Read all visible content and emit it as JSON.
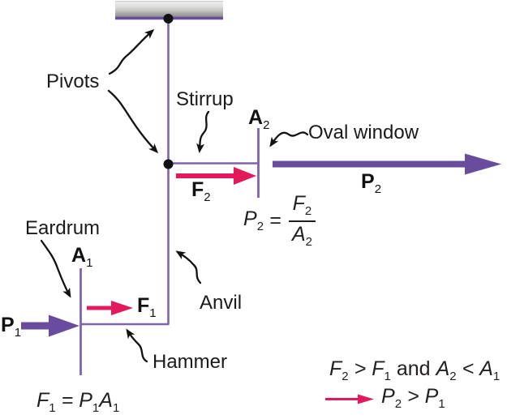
{
  "figure": {
    "description": "Middle ear lever system diagram (eardrum, hammer, anvil, stirrup, oval window) with forces and pressures",
    "colors": {
      "line_purple": "#7F63AC",
      "arrow_purple": "#6A4C9E",
      "arrow_red": "#E4195C",
      "label_black": "#1A1A1A",
      "equation_dark": "#231F20",
      "pivot_dot": "#111111",
      "support_edge_purple": "#6A4C9E"
    },
    "labels": {
      "pivots": "Pivots",
      "stirrup": "Stirrup",
      "oval_window": "Oval window",
      "eardrum": "Eardrum",
      "anvil": "Anvil",
      "hammer": "Hammer"
    },
    "symbols": {
      "a1": {
        "main": "A",
        "sub": "1"
      },
      "a2": {
        "main": "A",
        "sub": "2"
      },
      "f1": {
        "main": "F",
        "sub": "1"
      },
      "f2": {
        "main": "F",
        "sub": "2"
      },
      "p1": {
        "main": "P",
        "sub": "1"
      },
      "p2": {
        "main": "P",
        "sub": "2"
      }
    },
    "equations": {
      "force_eq": {
        "lhs": "F",
        "lhs_sub": "1",
        "equals": "=",
        "rhs1": "P",
        "rhs1_sub": "1",
        "rhs2": "A",
        "rhs2_sub": "1"
      },
      "pressure_eq": {
        "lhs": "P",
        "lhs_sub": "2",
        "equals": "=",
        "num": "F",
        "num_sub": "2",
        "den": "A",
        "den_sub": "2"
      },
      "conclusion_line1": {
        "t1": "F",
        "s1": "2",
        "op1": ">",
        "t2": "F",
        "s2": "1",
        "conj": "and",
        "t3": "A",
        "s3": "2",
        "op2": "<",
        "t4": "A",
        "s4": "1"
      },
      "conclusion_line2": {
        "t1": "P",
        "s1": "2",
        "op": ">",
        "t2": "P",
        "s2": "1"
      }
    }
  }
}
